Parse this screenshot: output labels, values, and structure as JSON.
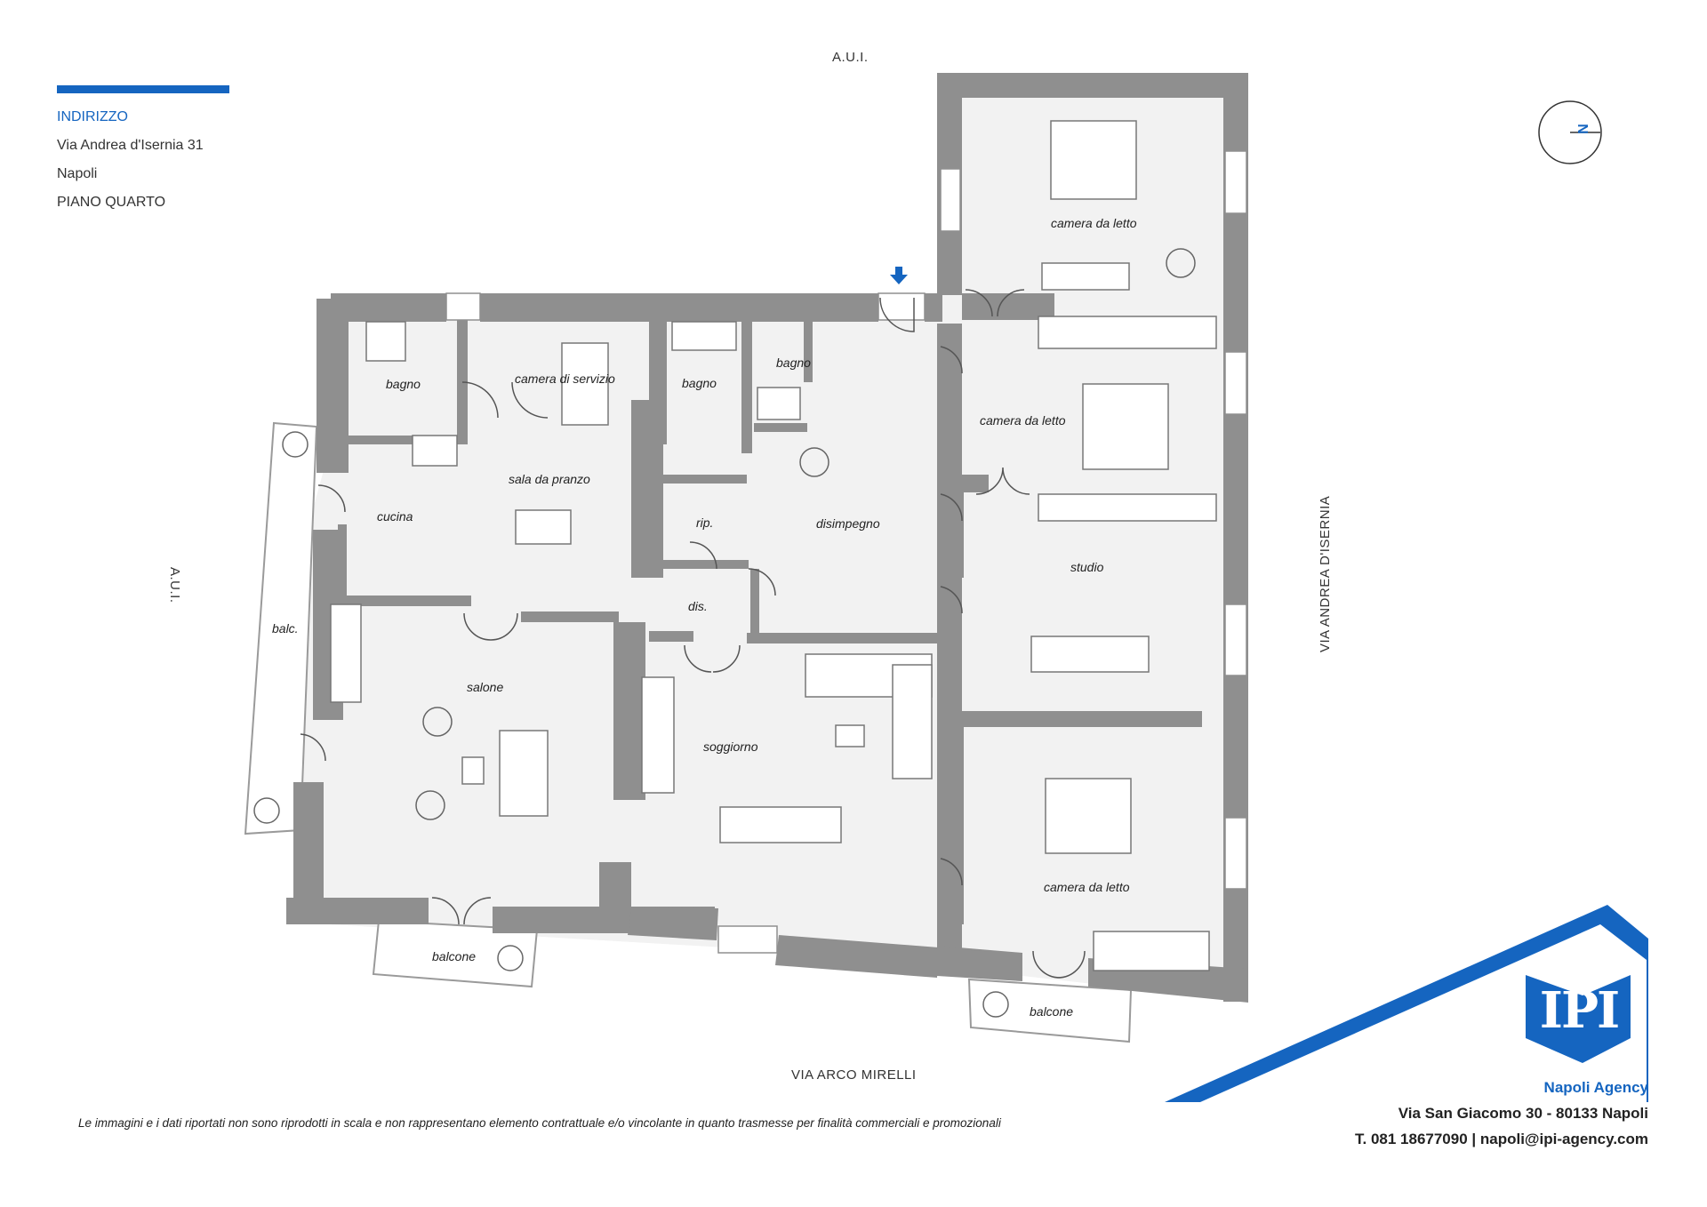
{
  "header": {
    "address_heading": "INDIRIZZO",
    "address_street": "Via Andrea d'Isernia 31",
    "address_city": "Napoli",
    "address_floor": "PIANO QUARTO"
  },
  "compass": {
    "label": "N"
  },
  "streets": {
    "top": "A.U.I.",
    "left": "A.U.I.",
    "right": "VIA ANDREA D'ISERNIA",
    "bottom": "VIA ARCO MIRELLI"
  },
  "rooms": {
    "bagno_1": "bagno",
    "camera_servizio": "camera di servizio",
    "bagno_2": "bagno",
    "bagno_3": "bagno",
    "cucina": "cucina",
    "sala_pranzo": "sala da pranzo",
    "rip": "rip.",
    "disimpegno": "disimpegno",
    "dis": "dis.",
    "balc": "balc.",
    "salone": "salone",
    "soggiorno": "soggiorno",
    "balcone_1": "balcone",
    "balcone_2": "balcone",
    "camera_letto_1": "camera da letto",
    "camera_letto_2": "camera da letto",
    "studio": "studio",
    "camera_letto_3": "camera da letto"
  },
  "disclaimer": "Le immagini e i dati riportati non sono riprodotti in scala e non rappresentano elemento contrattuale e/o vincolante in quanto trasmesse per finalità commerciali e promozionali",
  "agency": {
    "logo_text": "IPI",
    "name": "Napoli Agency",
    "address": "Via San Giacomo 30 - 80133 Napoli",
    "contact": "T. 081 18677090 | napoli@ipi-agency.com"
  },
  "colors": {
    "brand_blue": "#1565c0",
    "wall_gray": "#8f8f8f",
    "floor_gray": "#f1f1f1"
  },
  "icons": [
    "compass-icon",
    "entrance-arrow-icon",
    "ipi-logo-icon"
  ]
}
